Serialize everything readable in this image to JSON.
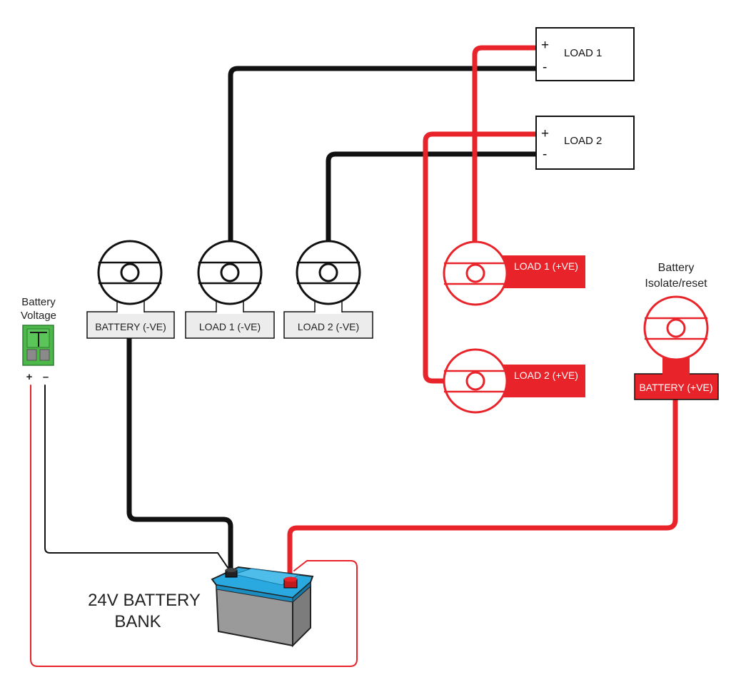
{
  "loads": [
    {
      "name": "LOAD 1",
      "plus": "+",
      "minus": "-"
    },
    {
      "name": "LOAD 2",
      "plus": "+",
      "minus": "-"
    }
  ],
  "negative_switches": [
    {
      "label": "BATTERY (-VE)"
    },
    {
      "label": "LOAD 1 (-VE)"
    },
    {
      "label": "LOAD 2 (-VE)"
    }
  ],
  "positive_switches": [
    {
      "label": "LOAD 1 (+VE)"
    },
    {
      "label": "LOAD 2 (+VE)"
    }
  ],
  "isolate": {
    "title_line1": "Battery",
    "title_line2": "Isolate/reset",
    "label": "BATTERY (+VE)"
  },
  "voltage_meter": {
    "title_line1": "Battery",
    "title_line2": "Voltage",
    "plus": "+",
    "minus": "–"
  },
  "battery": {
    "line1": "24V BATTERY",
    "line2": "BANK"
  },
  "colors": {
    "positive_wire": "#e8242a",
    "negative_wire": "#111111",
    "battery_lid": "#29a9e0",
    "battery_body": "#9a9a9a",
    "terminal_green": "#4cb848"
  }
}
